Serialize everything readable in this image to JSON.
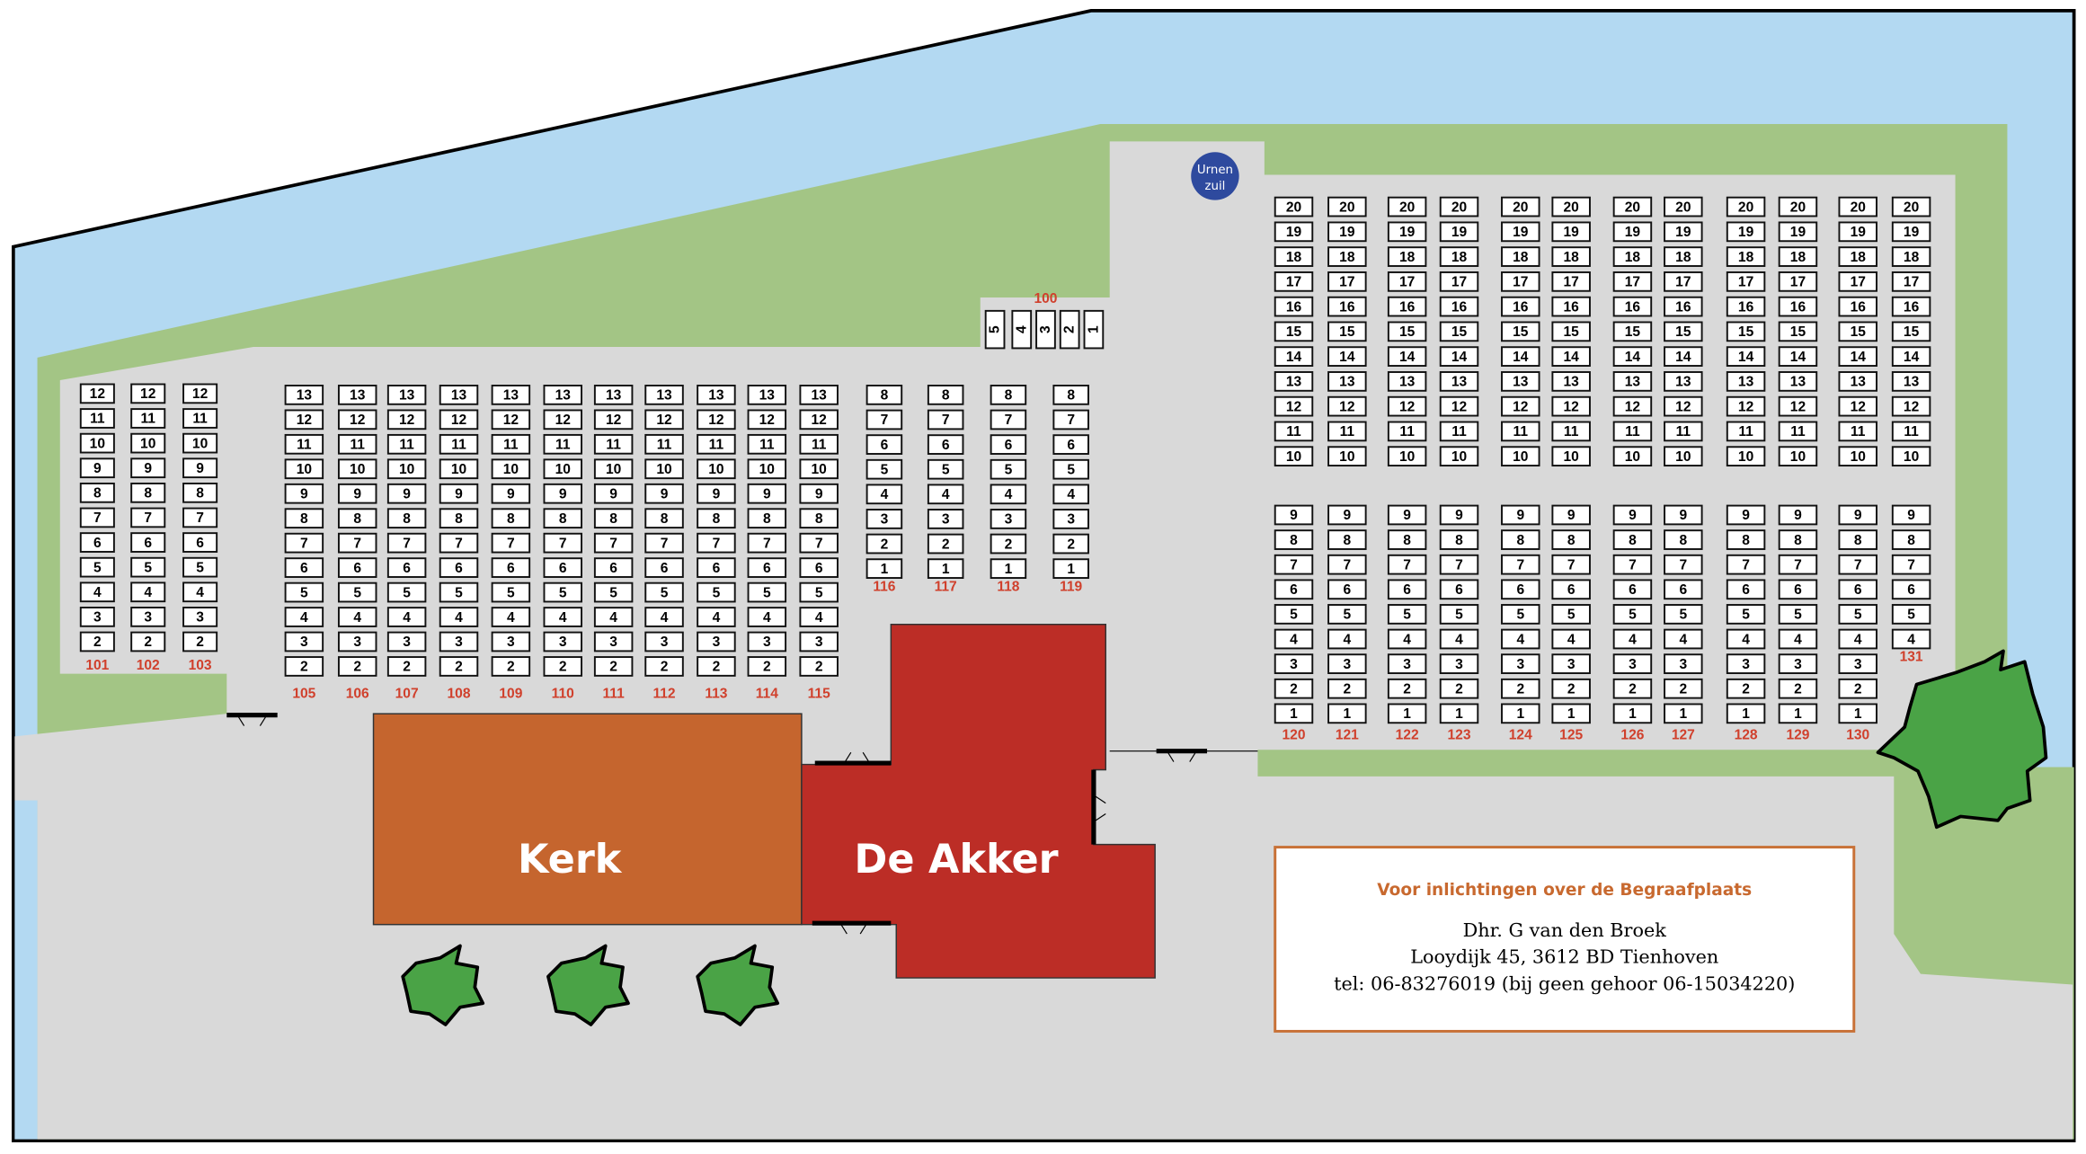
{
  "map": {
    "buildings": {
      "kerk": "Kerk",
      "de_akker": "De Akker"
    },
    "urn_column": {
      "line1": "Urnen",
      "line2": "zuil"
    },
    "info": {
      "title": "Voor inlichtingen over de Begraafplaats",
      "name": "Dhr. G van den Broek",
      "address": "Looydijk 45, 3612 BD  Tienhoven",
      "phone": "tel: 06-83276019 (bij geen gehoor 06-15034220)"
    },
    "colors": {
      "water": "#b3d9f2",
      "grass": "#a3c585",
      "path": "#d9d9d9",
      "kerk": "#c5652e",
      "de_akker": "#bc2d26",
      "label": "#d0402c",
      "urn": "#2e4a9e",
      "tree": "#4aa346"
    }
  },
  "plot_groups": [
    {
      "id": "g101",
      "columns": [
        {
          "label": "101",
          "plots": [
            12,
            11,
            10,
            9,
            8,
            7,
            6,
            5,
            4,
            3,
            2
          ]
        },
        {
          "label": "102",
          "plots": [
            12,
            11,
            10,
            9,
            8,
            7,
            6,
            5,
            4,
            3,
            2
          ]
        },
        {
          "label": "103",
          "plots": [
            12,
            11,
            10,
            9,
            8,
            7,
            6,
            5,
            4,
            3,
            2
          ]
        }
      ]
    },
    {
      "id": "g105",
      "columns": [
        {
          "label": "105",
          "plots": [
            13,
            12,
            11,
            10,
            9,
            8,
            7,
            6,
            5,
            4,
            3,
            2
          ]
        },
        {
          "label": "106",
          "plots": [
            13,
            12,
            11,
            10,
            9,
            8,
            7,
            6,
            5,
            4,
            3,
            2
          ]
        },
        {
          "label": "107",
          "plots": [
            13,
            12,
            11,
            10,
            9,
            8,
            7,
            6,
            5,
            4,
            3,
            2
          ]
        },
        {
          "label": "108",
          "plots": [
            13,
            12,
            11,
            10,
            9,
            8,
            7,
            6,
            5,
            4,
            3,
            2
          ]
        },
        {
          "label": "109",
          "plots": [
            13,
            12,
            11,
            10,
            9,
            8,
            7,
            6,
            5,
            4,
            3,
            2
          ]
        },
        {
          "label": "110",
          "plots": [
            13,
            12,
            11,
            10,
            9,
            8,
            7,
            6,
            5,
            4,
            3,
            2
          ]
        },
        {
          "label": "111",
          "plots": [
            13,
            12,
            11,
            10,
            9,
            8,
            7,
            6,
            5,
            4,
            3,
            2
          ]
        },
        {
          "label": "112",
          "plots": [
            13,
            12,
            11,
            10,
            9,
            8,
            7,
            6,
            5,
            4,
            3,
            2
          ]
        },
        {
          "label": "113",
          "plots": [
            13,
            12,
            11,
            10,
            9,
            8,
            7,
            6,
            5,
            4,
            3,
            2
          ]
        },
        {
          "label": "114",
          "plots": [
            13,
            12,
            11,
            10,
            9,
            8,
            7,
            6,
            5,
            4,
            3,
            2
          ]
        },
        {
          "label": "115",
          "plots": [
            13,
            12,
            11,
            10,
            9,
            8,
            7,
            6,
            5,
            4,
            3,
            2
          ]
        }
      ]
    },
    {
      "id": "g116",
      "columns": [
        {
          "label": "116",
          "plots": [
            8,
            7,
            6,
            5,
            4,
            3,
            2,
            1
          ]
        },
        {
          "label": "117",
          "plots": [
            8,
            7,
            6,
            5,
            4,
            3,
            2,
            1
          ]
        },
        {
          "label": "118",
          "plots": [
            8,
            7,
            6,
            5,
            4,
            3,
            2,
            1
          ]
        },
        {
          "label": "119",
          "plots": [
            8,
            7,
            6,
            5,
            4,
            3,
            2,
            1
          ]
        }
      ]
    },
    {
      "id": "g100",
      "label": "100",
      "plots": [
        5,
        4,
        3,
        2,
        1
      ]
    },
    {
      "id": "gtop",
      "columns": [
        {
          "plots": [
            20,
            19,
            18,
            17,
            16,
            15,
            14,
            13,
            12,
            11,
            10
          ]
        },
        {
          "plots": [
            20,
            19,
            18,
            17,
            16,
            15,
            14,
            13,
            12,
            11,
            10
          ]
        },
        {
          "plots": [
            20,
            19,
            18,
            17,
            16,
            15,
            14,
            13,
            12,
            11,
            10
          ]
        },
        {
          "plots": [
            20,
            19,
            18,
            17,
            16,
            15,
            14,
            13,
            12,
            11,
            10
          ]
        },
        {
          "plots": [
            20,
            19,
            18,
            17,
            16,
            15,
            14,
            13,
            12,
            11,
            10
          ]
        },
        {
          "plots": [
            20,
            19,
            18,
            17,
            16,
            15,
            14,
            13,
            12,
            11,
            10
          ]
        },
        {
          "plots": [
            20,
            19,
            18,
            17,
            16,
            15,
            14,
            13,
            12,
            11,
            10
          ]
        },
        {
          "plots": [
            20,
            19,
            18,
            17,
            16,
            15,
            14,
            13,
            12,
            11,
            10
          ]
        },
        {
          "plots": [
            20,
            19,
            18,
            17,
            16,
            15,
            14,
            13,
            12,
            11,
            10
          ]
        },
        {
          "plots": [
            20,
            19,
            18,
            17,
            16,
            15,
            14,
            13,
            12,
            11,
            10
          ]
        },
        {
          "plots": [
            20,
            19,
            18,
            17,
            16,
            15,
            14,
            13,
            12,
            11,
            10
          ]
        },
        {
          "plots": [
            20,
            19,
            18,
            17,
            16,
            15,
            14,
            13,
            12,
            11,
            10
          ]
        }
      ]
    },
    {
      "id": "g120",
      "columns": [
        {
          "label": "120",
          "plots": [
            9,
            8,
            7,
            6,
            5,
            4,
            3,
            2,
            1
          ]
        },
        {
          "label": "121",
          "plots": [
            9,
            8,
            7,
            6,
            5,
            4,
            3,
            2,
            1
          ]
        },
        {
          "label": "122",
          "plots": [
            9,
            8,
            7,
            6,
            5,
            4,
            3,
            2,
            1
          ]
        },
        {
          "label": "123",
          "plots": [
            9,
            8,
            7,
            6,
            5,
            4,
            3,
            2,
            1
          ]
        },
        {
          "label": "124",
          "plots": [
            9,
            8,
            7,
            6,
            5,
            4,
            3,
            2,
            1
          ]
        },
        {
          "label": "125",
          "plots": [
            9,
            8,
            7,
            6,
            5,
            4,
            3,
            2,
            1
          ]
        },
        {
          "label": "126",
          "plots": [
            9,
            8,
            7,
            6,
            5,
            4,
            3,
            2,
            1
          ]
        },
        {
          "label": "127",
          "plots": [
            9,
            8,
            7,
            6,
            5,
            4,
            3,
            2,
            1
          ]
        },
        {
          "label": "128",
          "plots": [
            9,
            8,
            7,
            6,
            5,
            4,
            3,
            2,
            1
          ]
        },
        {
          "label": "129",
          "plots": [
            9,
            8,
            7,
            6,
            5,
            4,
            3,
            2,
            1
          ]
        },
        {
          "label": "130",
          "plots": [
            9,
            8,
            7,
            6,
            5,
            4,
            3,
            2,
            1
          ]
        },
        {
          "label": "131",
          "plots": [
            9,
            8,
            7,
            6,
            5,
            4
          ]
        }
      ]
    }
  ]
}
